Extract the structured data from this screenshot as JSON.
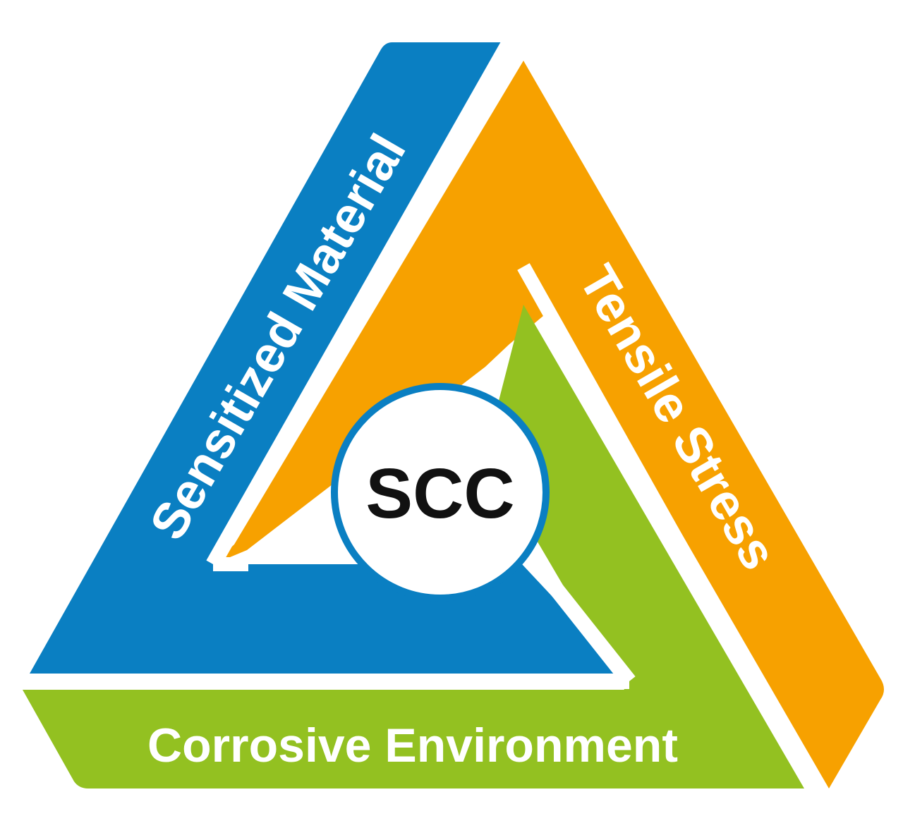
{
  "diagram": {
    "center": {
      "label": "SCC",
      "fill_color": "#ffffff",
      "ring_color": "#0a7fc2"
    },
    "segments": [
      {
        "id": "sensitized-material",
        "label": "Sensitized Material",
        "color": "#0a7fc2"
      },
      {
        "id": "tensile-stress",
        "label": "Tensile Stress",
        "color": "#f7a100"
      },
      {
        "id": "corrosive-environment",
        "label": "Corrosive Environment",
        "color": "#93c121"
      }
    ]
  }
}
